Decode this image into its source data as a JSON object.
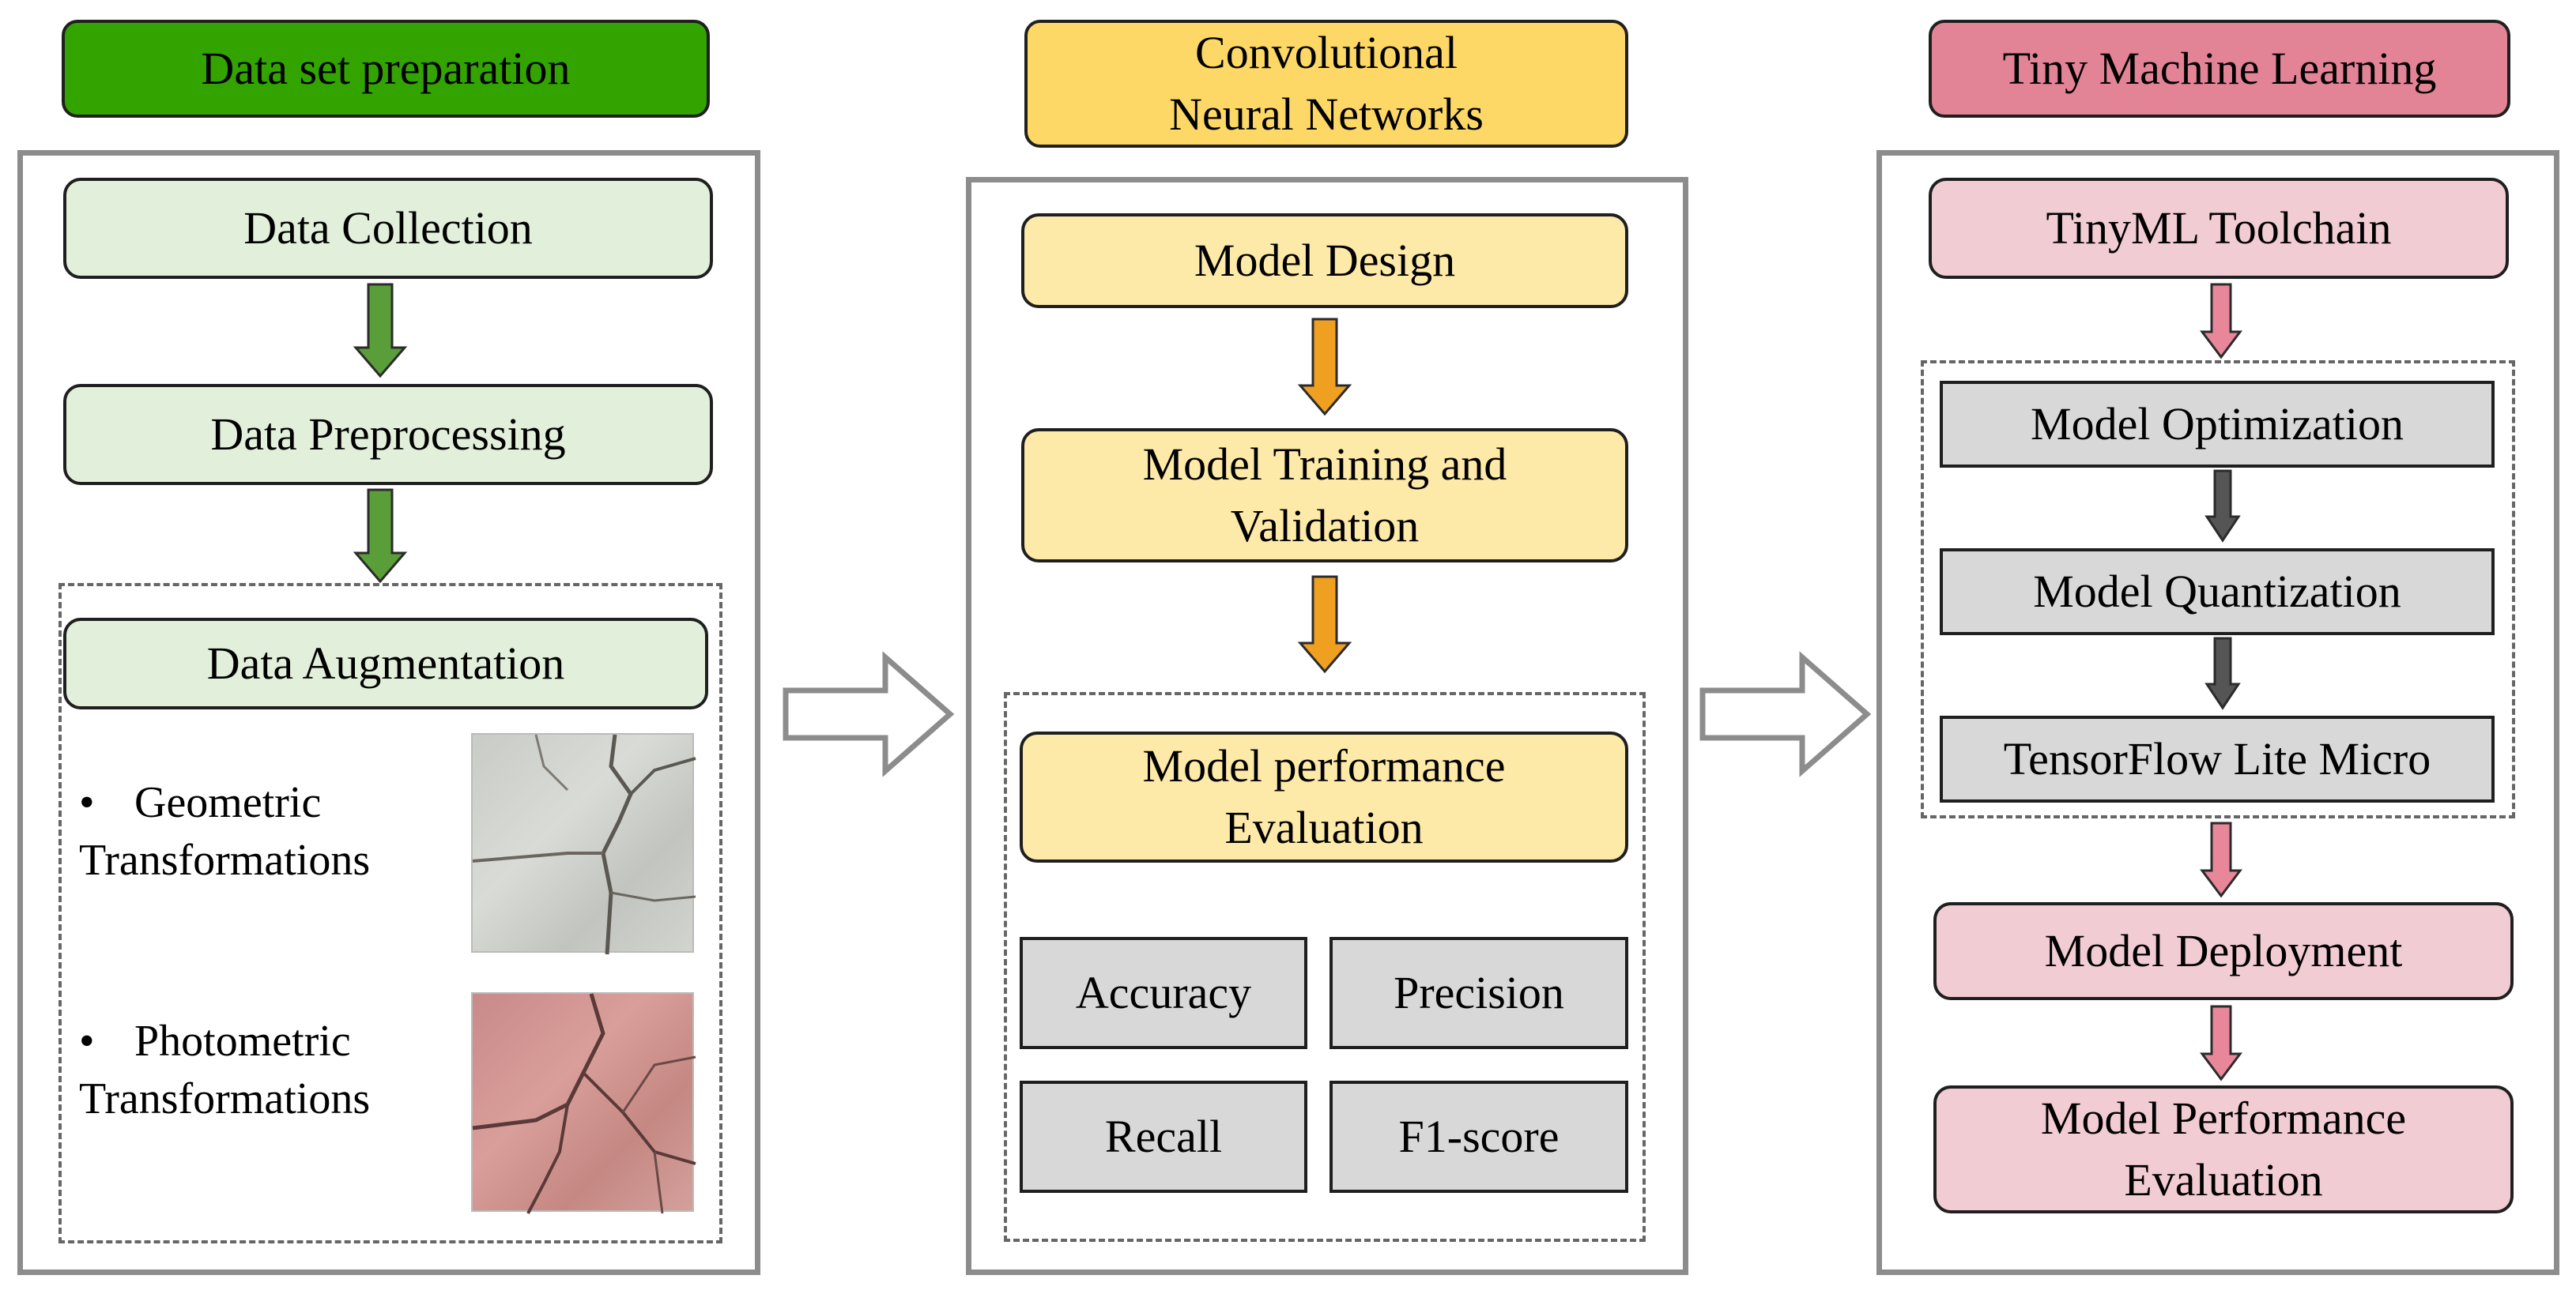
{
  "columns": [
    {
      "header": "Data set preparation",
      "header_color": "#33a300",
      "nodes": [
        "Data Collection",
        "Data Preprocessing",
        "Data Augmentation"
      ],
      "bullets": [
        "Geometric Transformations",
        "Photometric Transformations"
      ],
      "arrow_color": "#5a9e3a"
    },
    {
      "header": "Convolutional Neural Networks",
      "header_color": "#fdd866",
      "nodes": [
        "Model Design",
        "Model Training and Validation",
        "Model performance Evaluation"
      ],
      "metrics": [
        "Accuracy",
        "Precision",
        "Recall",
        "F1-score"
      ],
      "arrow_color": "#f0a020"
    },
    {
      "header": "Tiny Machine Learning",
      "header_color": "#e38396",
      "nodes": [
        "TinyML Toolchain",
        "Model Optimization",
        "Model Quantization",
        "TensorFlow Lite Micro",
        "Model Deployment",
        "Model Performance Evaluation"
      ],
      "arrow_color": "#e8879a",
      "inner_arrow_color": "#555555"
    }
  ]
}
